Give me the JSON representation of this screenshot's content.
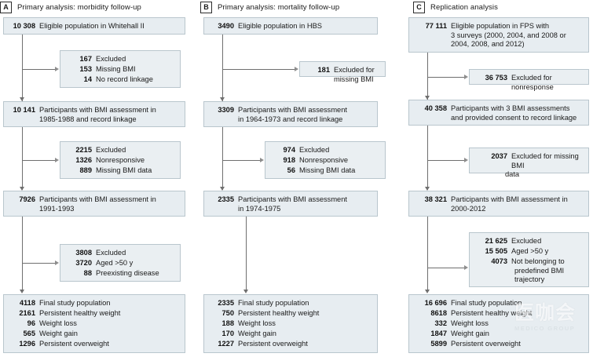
{
  "figure": {
    "type": "flowchart",
    "description": "CONSORT-style participant flow diagram with three panels"
  },
  "panels": [
    {
      "letter": "A",
      "title": "Primary analysis: morbidity follow-up",
      "nodes": [
        {
          "kind": "main",
          "rows": [
            {
              "num": "10 308",
              "text": "Eligible population in Whitehall II"
            }
          ]
        },
        {
          "kind": "exclusion",
          "rows": [
            {
              "num": "167",
              "text": "Excluded"
            },
            {
              "num": "153",
              "text": "Missing BMI"
            },
            {
              "num": "14",
              "text": "No record linkage"
            }
          ]
        },
        {
          "kind": "main",
          "rows": [
            {
              "num": "10 141",
              "text": "Participants with BMI assessment in"
            }
          ],
          "continuation": [
            "1985-1988 and record linkage"
          ]
        },
        {
          "kind": "exclusion",
          "rows": [
            {
              "num": "2215",
              "text": "Excluded"
            },
            {
              "num": "1326",
              "text": "Nonresponsive"
            },
            {
              "num": "889",
              "text": "Missing BMI data"
            }
          ]
        },
        {
          "kind": "main",
          "rows": [
            {
              "num": "7926",
              "text": "Participants with BMI assessment in"
            }
          ],
          "continuation": [
            "1991-1993"
          ]
        },
        {
          "kind": "exclusion",
          "rows": [
            {
              "num": "3808",
              "text": "Excluded"
            },
            {
              "num": "3720",
              "text": "Aged >50 y"
            },
            {
              "num": "88",
              "text": "Preexisting disease"
            }
          ]
        },
        {
          "kind": "final",
          "rows": [
            {
              "num": "4118",
              "text": "Final study population"
            },
            {
              "num": "2161",
              "text": "Persistent healthy weight"
            },
            {
              "num": "96",
              "text": "Weight loss"
            },
            {
              "num": "565",
              "text": "Weight gain"
            },
            {
              "num": "1296",
              "text": "Persistent overweight"
            }
          ]
        }
      ]
    },
    {
      "letter": "B",
      "title": "Primary analysis: mortality follow-up",
      "nodes": [
        {
          "kind": "main",
          "rows": [
            {
              "num": "3490",
              "text": "Eligible population in HBS"
            }
          ]
        },
        {
          "kind": "exclusion",
          "rows": [
            {
              "num": "181",
              "text": "Excluded for missing BMI"
            }
          ]
        },
        {
          "kind": "main",
          "rows": [
            {
              "num": "3309",
              "text": "Participants with BMI assessment"
            }
          ],
          "continuation": [
            "in 1964-1973 and record linkage"
          ]
        },
        {
          "kind": "exclusion",
          "rows": [
            {
              "num": "974",
              "text": "Excluded"
            },
            {
              "num": "918",
              "text": "Nonresponsive"
            },
            {
              "num": "56",
              "text": "Missing BMI data"
            }
          ]
        },
        {
          "kind": "main",
          "rows": [
            {
              "num": "2335",
              "text": "Participants with BMI assessment"
            }
          ],
          "continuation": [
            "in 1974-1975"
          ]
        },
        {
          "kind": "final",
          "rows": [
            {
              "num": "2335",
              "text": "Final study population"
            },
            {
              "num": "750",
              "text": "Persistent healthy weight"
            },
            {
              "num": "188",
              "text": "Weight loss"
            },
            {
              "num": "170",
              "text": "Weight gain"
            },
            {
              "num": "1227",
              "text": "Persistent overweight"
            }
          ]
        }
      ]
    },
    {
      "letter": "C",
      "title": "Replication analysis",
      "nodes": [
        {
          "kind": "main",
          "rows": [
            {
              "num": "77 111",
              "text": "Eligible population in FPS with"
            }
          ],
          "continuation": [
            "3 surveys (2000, 2004, and 2008 or",
            "2004, 2008, and 2012)"
          ]
        },
        {
          "kind": "exclusion",
          "rows": [
            {
              "num": "36 753",
              "text": "Excluded for nonresponse"
            }
          ]
        },
        {
          "kind": "main",
          "rows": [
            {
              "num": "40 358",
              "text": "Participants with 3 BMI assessments"
            }
          ],
          "continuation": [
            "and provided consent to record linkage"
          ]
        },
        {
          "kind": "exclusion",
          "rows": [
            {
              "num": "2037",
              "text": "Excluded for missing BMI"
            }
          ],
          "continuation": [
            "data"
          ]
        },
        {
          "kind": "main",
          "rows": [
            {
              "num": "38 321",
              "text": "Participants with BMI assessment in"
            }
          ],
          "continuation": [
            "2000-2012"
          ]
        },
        {
          "kind": "exclusion",
          "rows": [
            {
              "num": "21 625",
              "text": "Excluded"
            },
            {
              "num": "15 505",
              "text": "Aged >50 y"
            },
            {
              "num": "4073",
              "text": "Not belonging to"
            }
          ],
          "continuation": [
            "predefined BMI",
            "trajectory"
          ]
        },
        {
          "kind": "final",
          "rows": [
            {
              "num": "16 696",
              "text": "Final study population"
            },
            {
              "num": "8618",
              "text": "Persistent healthy weight"
            },
            {
              "num": "332",
              "text": "Weight loss"
            },
            {
              "num": "1847",
              "text": "Weight gain"
            },
            {
              "num": "5899",
              "text": "Persistent overweight"
            }
          ]
        }
      ]
    }
  ],
  "watermark": {
    "chinese": "医咖会",
    "english": "MEDICO GROUP"
  },
  "colors": {
    "box_fill": "#e7edf1",
    "box_border": "#b9c6cd",
    "connector": "#6f6f6f",
    "text": "#1a1a1a"
  }
}
